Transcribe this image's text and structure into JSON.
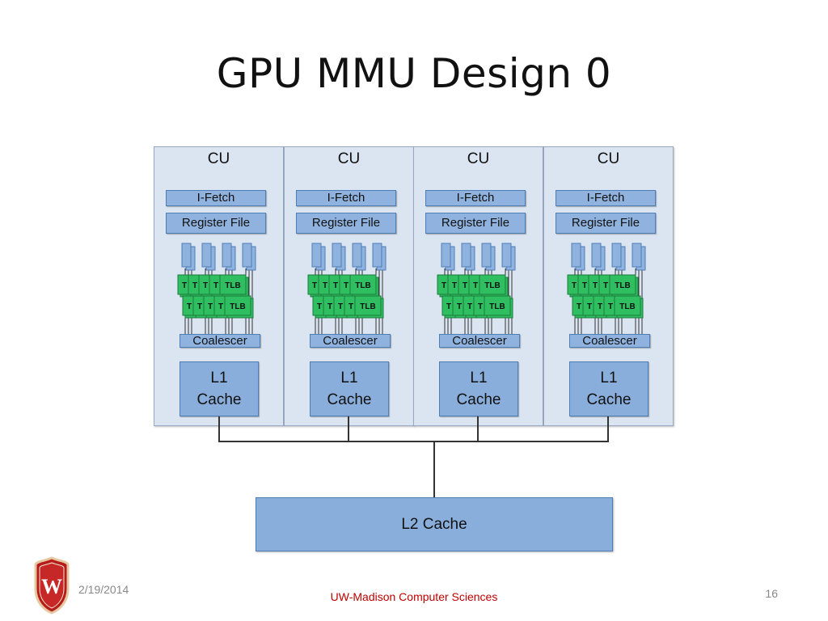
{
  "slide": {
    "title": "GPU MMU Design 0",
    "date": "2/19/2014",
    "footer": "UW-Madison Computer Sciences",
    "page_number": "16"
  },
  "compute_units": [
    {
      "label": "CU",
      "ifetch": "I-Fetch",
      "register_file": "Register File",
      "coalescer": "Coalescer",
      "l1_line1": "L1",
      "l1_line2": "Cache"
    },
    {
      "label": "CU",
      "ifetch": "I-Fetch",
      "register_file": "Register File",
      "coalescer": "Coalescer",
      "l1_line1": "L1",
      "l1_line2": "Cache"
    },
    {
      "label": "CU",
      "ifetch": "I-Fetch",
      "register_file": "Register File",
      "coalescer": "Coalescer",
      "l1_line1": "L1",
      "l1_line2": "Cache"
    },
    {
      "label": "CU",
      "ifetch": "I-Fetch",
      "register_file": "Register File",
      "coalescer": "Coalescer",
      "l1_line1": "L1",
      "l1_line2": "Cache"
    }
  ],
  "tlb_label": "TLB",
  "tlb_partial_label": "T",
  "l2": {
    "label": "L2 Cache"
  },
  "colors": {
    "cu_background": "#dbe5f2",
    "block_fill": "#8fb3de",
    "tlb_fill": "#2fbf61",
    "footer_text": "#c00000"
  },
  "logo": {
    "name": "uw-crest",
    "letter": "W"
  }
}
